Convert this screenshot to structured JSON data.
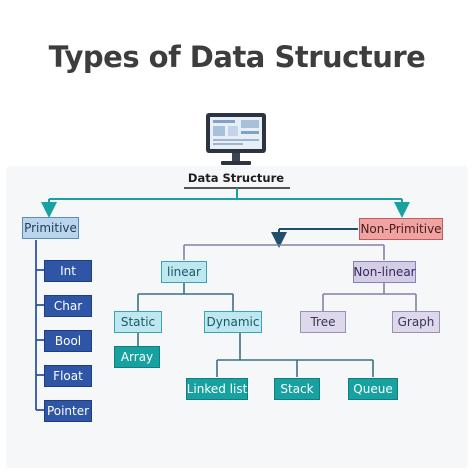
{
  "title": "Types of Data Structure",
  "root": {
    "label": "Data Structure",
    "icon": "computer-monitor-icon"
  },
  "primitive": {
    "label": "Primitive",
    "children": [
      "Int",
      "Char",
      "Bool",
      "Float",
      "Pointer"
    ]
  },
  "non_primitive": {
    "label": "Non-Primitive",
    "linear": {
      "label": "linear",
      "static": {
        "label": "Static",
        "children": [
          "Array"
        ]
      },
      "dynamic": {
        "label": "Dynamic",
        "children": [
          "Linked list",
          "Stack",
          "Queue"
        ]
      }
    },
    "non_linear": {
      "label": "Non-linear",
      "children": [
        "Tree",
        "Graph"
      ]
    }
  },
  "colors": {
    "connector": "#17a2a1",
    "primitive": "#b9d4ec",
    "non_primitive": "#f0a3a3",
    "linear": "#bfe7ef",
    "non_linear": "#d3cde6",
    "primitive_items": "#2e55a6",
    "linear_items": "#17a2a1",
    "non_linear_items": "#ddd8ea"
  }
}
